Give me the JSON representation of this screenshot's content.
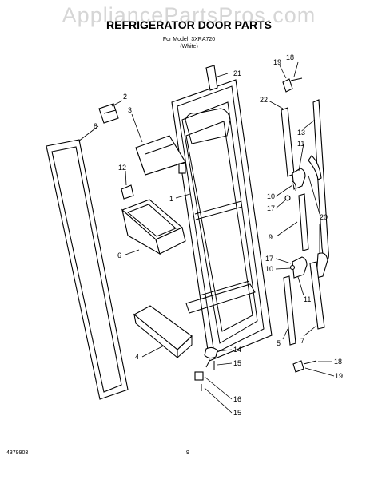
{
  "watermark": "AppliancePartsPros.com",
  "title": "REFRIGERATOR DOOR PARTS",
  "model_line": "For Model: 3XRA720",
  "color_line": "(White)",
  "footer_left": "4379903",
  "footer_center": "9",
  "callouts": {
    "c1": "1",
    "c2": "2",
    "c3": "3",
    "c4": "4",
    "c5": "5",
    "c6": "6",
    "c7": "7",
    "c8": "8",
    "c9": "9",
    "c10a": "10",
    "c10b": "10",
    "c11a": "11",
    "c11b": "11",
    "c12": "12",
    "c13": "13",
    "c14": "14",
    "c15a": "15",
    "c15b": "15",
    "c16": "16",
    "c17a": "17",
    "c17b": "17",
    "c18a": "18",
    "c18b": "18",
    "c19a": "19",
    "c19b": "19",
    "c20": "20",
    "c21": "21",
    "c22": "22"
  }
}
